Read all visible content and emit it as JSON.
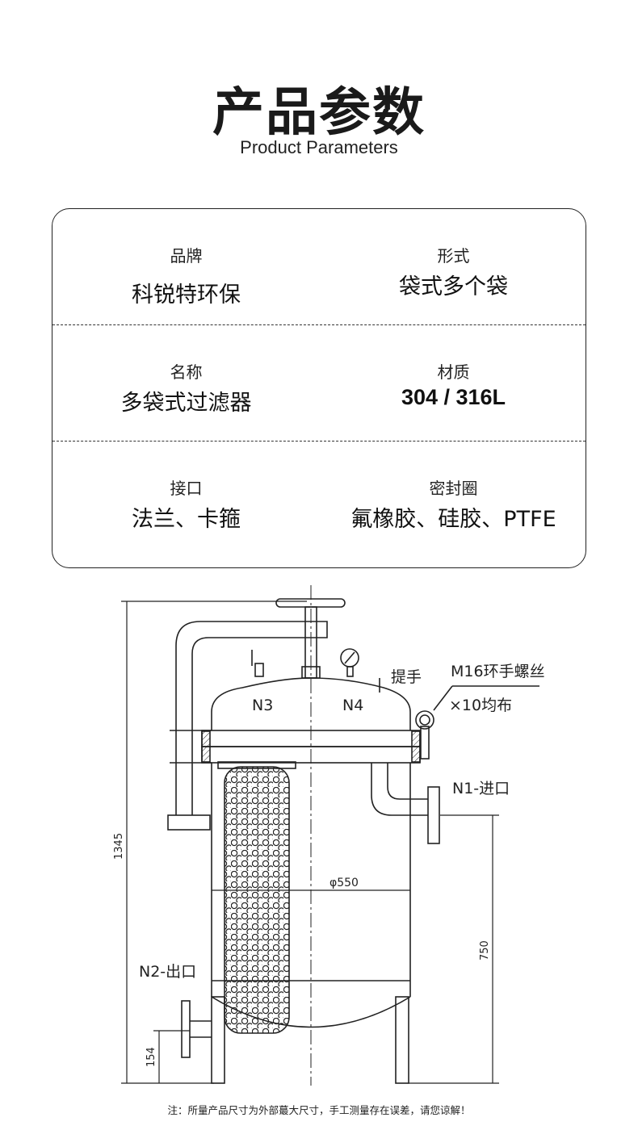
{
  "header": {
    "title": "产品参数",
    "subtitle": "Product Parameters"
  },
  "params": [
    {
      "label": "品牌",
      "value": "科锐特环保"
    },
    {
      "label": "形式",
      "value": "袋式多个袋"
    },
    {
      "label": "名称",
      "value": "多袋式过滤器"
    },
    {
      "label": "材质",
      "value": "304 / 316L"
    },
    {
      "label": "接口",
      "value": "法兰、卡箍"
    },
    {
      "label": "密封圈",
      "value": "氟橡胶、硅胶、PTFE"
    }
  ],
  "drawing": {
    "n3": "N3",
    "n4": "N4",
    "handle": "提手",
    "bolt": "M16环手螺丝",
    "bolt_count": "×10均布",
    "inlet": "N1-进口",
    "outlet": "N2-出口",
    "diameter": "φ550",
    "height_total": "1345",
    "height_outlet": "154",
    "height_inlet": "750"
  },
  "note": "注：所量产品尺寸为外部蕞大尺寸，手工测量存在误差，请您谅解！"
}
